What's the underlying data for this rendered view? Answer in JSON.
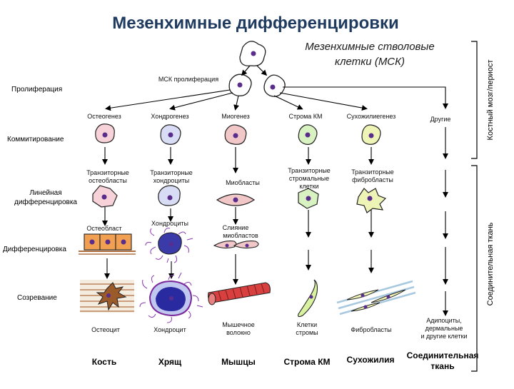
{
  "title": "Мезенхимные дифференцировки",
  "msc_label": [
    "Мезенхимные стволовые",
    "клетки (МСК)"
  ],
  "msc_proliferation": "МСК пролиферация",
  "side_labels": {
    "bone_marrow": "Костный мозг/периост",
    "connective": "Соединительная ткань"
  },
  "stages": {
    "proliferation": "Пролиферация",
    "commitment": "Коммитирование",
    "lineage": [
      "Линейная",
      "дифференцировка"
    ],
    "differentiation": "Дифференцировка",
    "maturation": "Созревание"
  },
  "lineages": {
    "osteo": {
      "commit": "Остеогенез",
      "transit": [
        "Транзиторные",
        "остеобласты"
      ],
      "diff": "Остеобласт",
      "mature": "Остеоцит",
      "tissue": "Кость"
    },
    "chondro": {
      "commit": "Хондрогенез",
      "transit": [
        "Транзиторные",
        "хондроциты"
      ],
      "diff": "Хондроциты",
      "mature": "Хондроцит",
      "tissue": "Хрящ"
    },
    "myo": {
      "commit": "Миогенез",
      "transit": [
        "Миобласты"
      ],
      "diff": [
        "Слияние",
        "миобластов"
      ],
      "mature": [
        "Мышечное",
        "волокно"
      ],
      "tissue": "Мышцы"
    },
    "stroma": {
      "commit": "Строма КМ",
      "transit": [
        "Транзиторные",
        "стромальные",
        "клетки"
      ],
      "mature": [
        "Клетки",
        "стромы"
      ],
      "tissue": "Строма КМ"
    },
    "tendon": {
      "commit": "Сухожилиегенез",
      "transit": [
        "Транзиторные",
        "фибробласты"
      ],
      "mature": "Фибробласты",
      "tissue": "Сухожилия"
    },
    "other": {
      "commit": "Другие",
      "mature": [
        "Адипоциты,",
        "дермальные",
        "и другие клетки"
      ],
      "tissue": [
        "Соединительная",
        "ткань"
      ]
    }
  },
  "colors": {
    "title": "#1f3a5f",
    "nucleus": "#5a2d8c",
    "cell_outline": "#222222",
    "osteo_cell": "#f7d2d8",
    "chondro_cell": "#d9dcf5",
    "myo_cell": "#f2c7c7",
    "stroma_cell": "#d8f2c2",
    "tendon_cell": "#eef4b6",
    "osteoblast": "#f0a050",
    "chondrocyte": "#3a3aa8",
    "chondro_matrix": "#8a3ab0",
    "muscle": "#d84040",
    "osteocyte": "#9a5a2a"
  }
}
